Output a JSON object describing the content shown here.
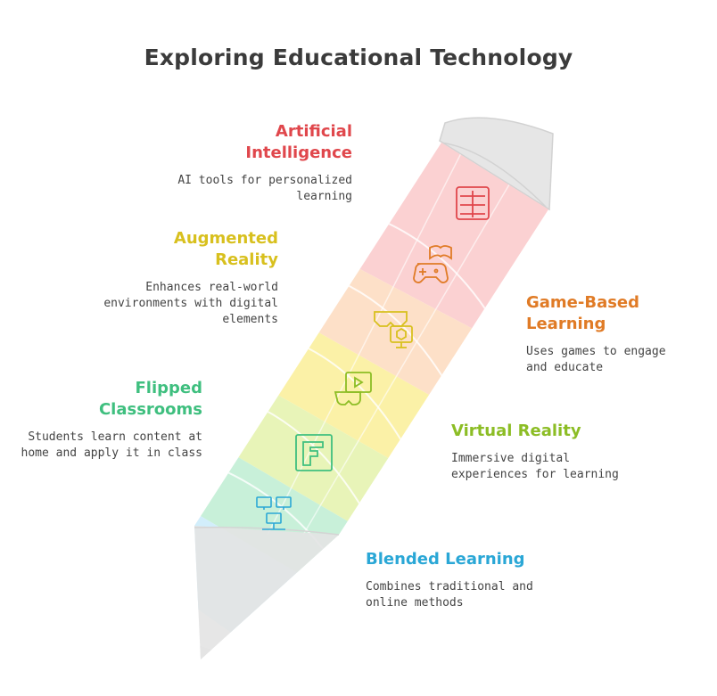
{
  "title": "Exploring Educational Technology",
  "colors": {
    "ai": "#e0474c",
    "ar": "#d8c01e",
    "game": "#e07b26",
    "flipped": "#3fbf7f",
    "vr": "#8cbd25",
    "blended": "#2aa7d6"
  },
  "items": [
    {
      "heading": "Artificial\nIntelligence",
      "description": "AI tools for personalized\nlearning",
      "icon": "grid-tablet-icon"
    },
    {
      "heading": "Augmented\nReality",
      "description": "Enhances real-world\nenvironments with digital\nelements",
      "icon": "ar-headset-cube-icon"
    },
    {
      "heading": "Game-Based\nLearning",
      "description": "Uses games to engage\nand educate",
      "icon": "gamepad-book-icon"
    },
    {
      "heading": "Flipped\nClassrooms",
      "description": "Students learn content at\nhome and apply it in class",
      "icon": "flip-layout-icon"
    },
    {
      "heading": "Virtual Reality",
      "description": "Immersive digital\nexperiences for learning",
      "icon": "vr-headset-play-icon"
    },
    {
      "heading": "Blended Learning",
      "description": "Combines traditional and\nonline methods",
      "icon": "network-computers-icon"
    }
  ]
}
